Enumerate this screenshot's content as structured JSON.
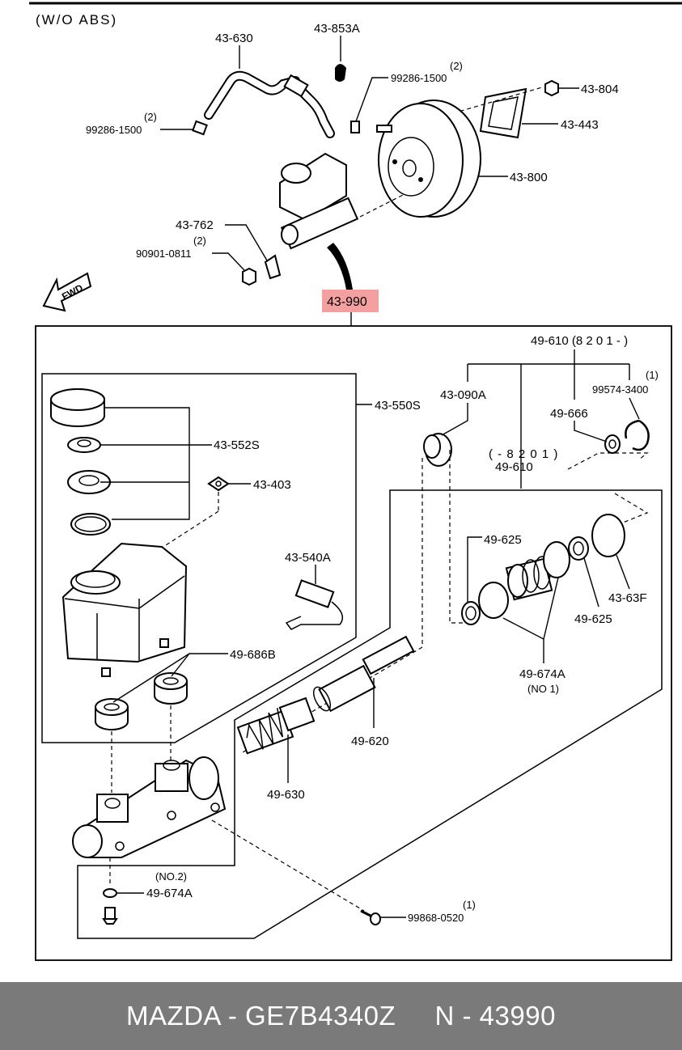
{
  "header": {
    "note": "(W/O  ABS)"
  },
  "callouts": {
    "c43630": "43-630",
    "c43853a": "43-853A",
    "c99286a_qty": "(2)",
    "c99286a": "99286-1500",
    "c43804": "43-804",
    "c99286b_qty": "(2)",
    "c99286b": "99286-1500",
    "c43443": "43-443",
    "c43800": "43-800",
    "c43762": "43-762",
    "c90901_qty": "(2)",
    "c90901": "90901-0811",
    "fwd": "FWD",
    "c43990": "43-990",
    "c49610top": "49-610 (8 2 0 1 - )",
    "c43550s": "43-550S",
    "c43090a": "43-090A",
    "c99574_qty": "(1)",
    "c99574": "99574-3400",
    "c49666": "49-666",
    "c43552s": "43-552S",
    "c8201": "( - 8 2 0 1 )",
    "c49610": "49-610",
    "c43403": "43-403",
    "c49625a": "49-625",
    "c43540a": "43-540A",
    "c43_63f": "43-63F",
    "c49625b": "49-625",
    "c49686b": "49-686B",
    "c49674a": "49-674A",
    "c49674a_no": "(NO 1)",
    "c49620": "49-620",
    "c49630": "49-630",
    "c49674b_no": "(NO.2)",
    "c49674b": "49-674A",
    "c99868_qty": "(1)",
    "c99868": "99868-0520"
  },
  "highlight_color": "#f4a0a0",
  "footer": {
    "text": "MAZDA - GE7B4340Z     N - 43990"
  }
}
